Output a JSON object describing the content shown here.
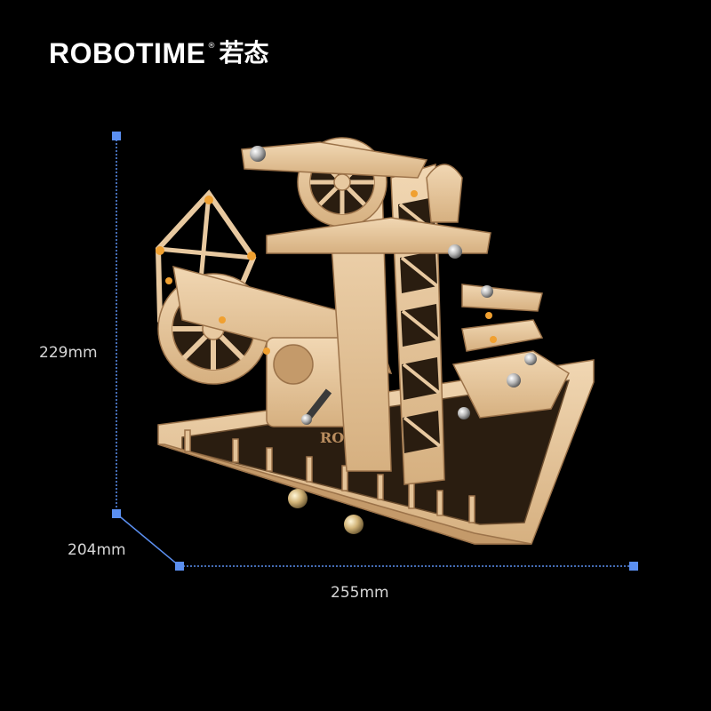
{
  "brand": {
    "name": "ROBOTIME",
    "registered_mark": "®",
    "chinese_name": "若态"
  },
  "product_mark": "ROKR",
  "dimensions": {
    "height": "229mm",
    "depth": "204mm",
    "width": "255mm"
  },
  "colors": {
    "background": "#000000",
    "dimension_line": "#5b8ff0",
    "wood": "#e8c9a0",
    "wood_dark": "#b98d5f",
    "label": "#d6d6d6"
  }
}
